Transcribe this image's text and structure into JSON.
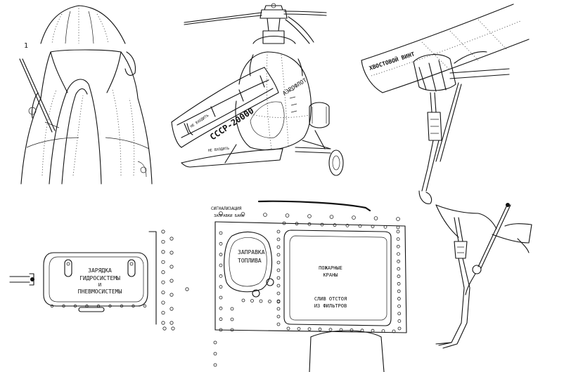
{
  "figure_number": "1",
  "fuselage_lettering": {
    "registration": "СССР-20000",
    "airline": "АЭРОФЛОТ",
    "tail_marking_1": "НЕ ВХОДИТЬ",
    "tail_marking_2": "НЕ ВХОДИТЬ"
  },
  "tail_boom_label": "ХВОСТОВОЙ ВИНТ",
  "hydraulic_panel": {
    "line1": "ЗАРЯДКА",
    "line2": "ГИДРОСИСТЕМЫ",
    "line3": "И",
    "line4": "ПНЕВМОСИСТЕМЫ"
  },
  "fuel_panel": {
    "signal_line1": "СИГНАЛИЗАЦИЯ",
    "signal_line2": "ЗАПРАВКИ БАКА",
    "fuel_line1": "ЗАПРАВКА",
    "fuel_line2": "ТОПЛИВА",
    "fire_line1": "ПОЖАРНЫЕ",
    "fire_line2": "КРАНЫ",
    "drain_line1": "СЛИВ ОТСТОЯ",
    "drain_line2": "ИЗ ФИЛЬТРОВ"
  }
}
